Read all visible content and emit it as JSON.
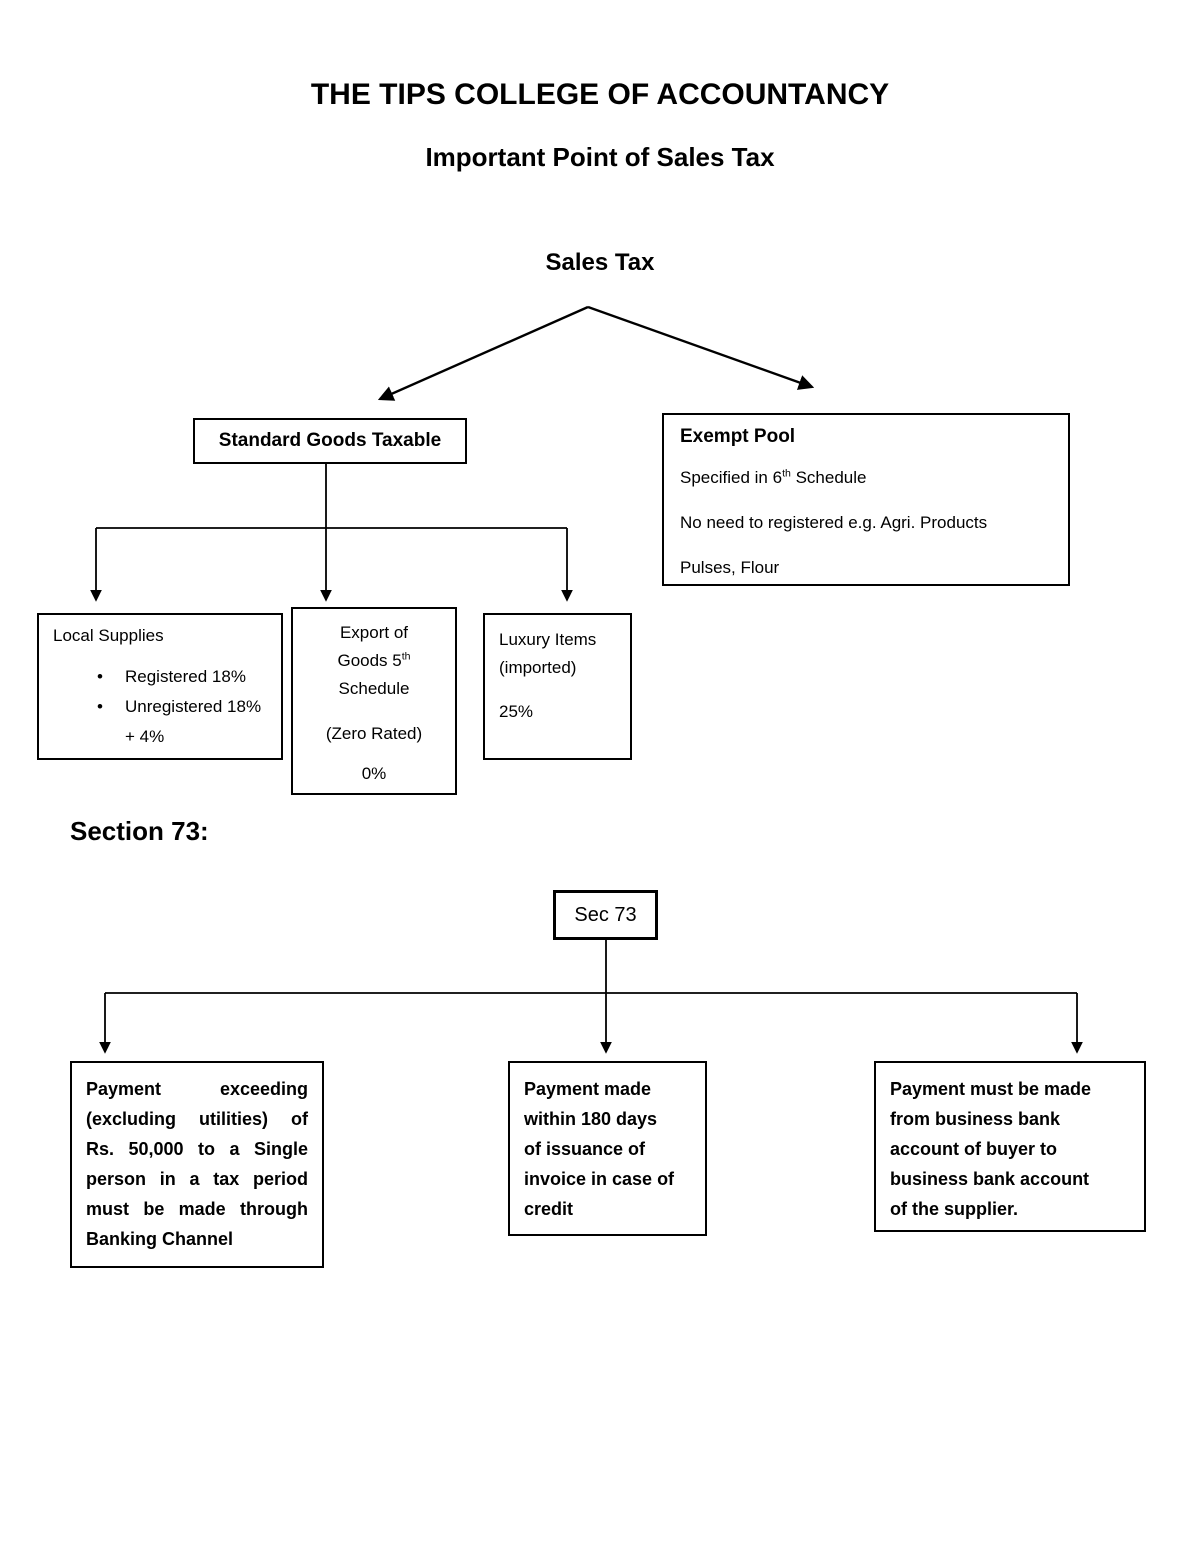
{
  "colors": {
    "ink": "#000000",
    "paper": "#ffffff"
  },
  "header": {
    "title": "THE TIPS COLLEGE OF ACCOUNTANCY",
    "subtitle": "Important Point of Sales Tax"
  },
  "sales_tax_diagram": {
    "root_label": "Sales Tax",
    "standard_goods": {
      "label": "Standard Goods Taxable"
    },
    "exempt_pool": {
      "title": "Exempt Pool",
      "line1_pre": "Specified in 6",
      "line1_sup": "th",
      "line1_post": " Schedule",
      "line2": "No need to registered e.g. Agri. Products",
      "line3": "Pulses, Flour"
    },
    "local_supplies": {
      "title": "Local Supplies",
      "bullet_glyph": "•",
      "bullet1": "Registered 18%",
      "bullet2": "Unregistered 18% + 4%"
    },
    "export_goods": {
      "line1": "Export of",
      "line2_pre": "Goods 5",
      "line2_sup": "th",
      "line3": "Schedule",
      "line4": "(Zero Rated)",
      "line5": "0%"
    },
    "luxury_items": {
      "line1": "Luxury Items",
      "line2": "(imported)",
      "line3": "25%"
    }
  },
  "section73": {
    "heading": "Section 73:",
    "root_label": "Sec 73",
    "box1": {
      "l1": "Payment exceeding",
      "l2": "(excluding utilities) of",
      "l3": "Rs. 50,000 to a Single",
      "l4": "person in a tax period",
      "l5": "must be made through",
      "l6": "Banking Channel"
    },
    "box2": {
      "l1": "Payment made",
      "l2": "within 180 days",
      "l3": "of issuance of",
      "l4": "invoice in case of",
      "l5": "credit"
    },
    "box3": {
      "l1": "Payment must be made",
      "l2": "from business bank",
      "l3": "account of buyer to",
      "l4": "business bank account",
      "l5": "of the supplier."
    }
  }
}
